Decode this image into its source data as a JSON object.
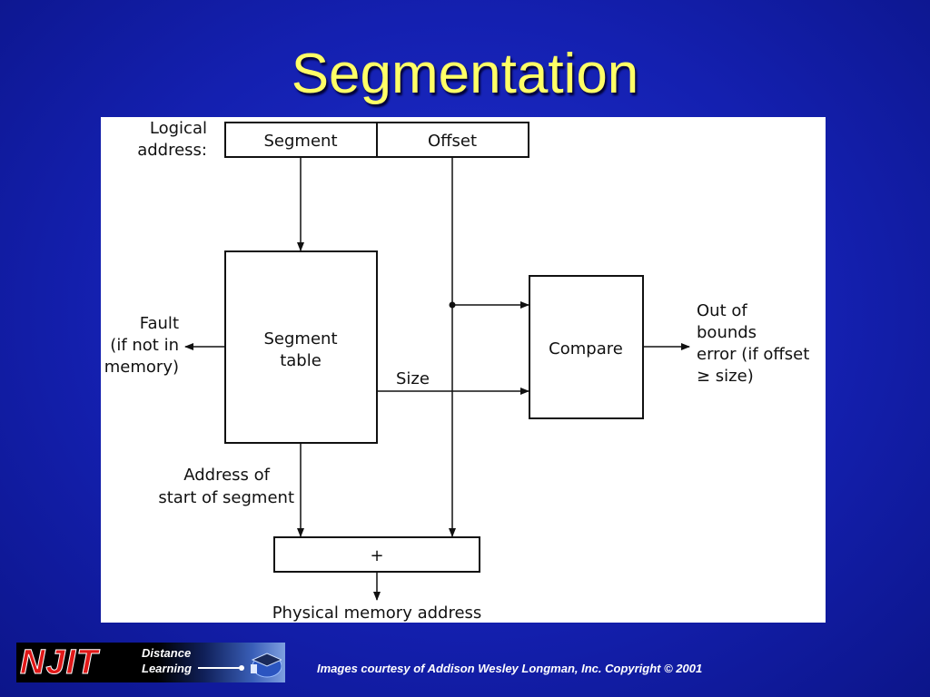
{
  "slide": {
    "title": "Segmentation",
    "credit": "Images courtesy of Addison Wesley Longman, Inc. Copyright © 2001"
  },
  "diagram": {
    "logical_address_line1": "Logical",
    "logical_address_line2": "address:",
    "segment_field": "Segment",
    "offset_field": "Offset",
    "segment_table_line1": "Segment",
    "segment_table_line2": "table",
    "compare_label": "Compare",
    "size_label": "Size",
    "fault_line1": "Fault",
    "fault_line2": "(if not in",
    "fault_line3": "memory)",
    "out_of_bounds_line1": "Out of",
    "out_of_bounds_line2": "bounds",
    "out_of_bounds_line3": "error (if offset",
    "out_of_bounds_line4": "≥  size)",
    "start_address_line1": "Address of",
    "start_address_line2": "start of segment",
    "adder_label": "+",
    "physical_address_label": "Physical memory address"
  },
  "logo": {
    "mark": "NJIT",
    "line1": "Distance",
    "line2": "Learning"
  }
}
